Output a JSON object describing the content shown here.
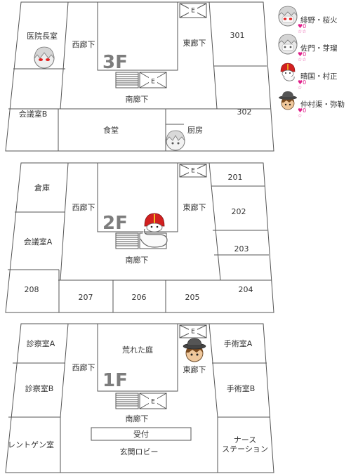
{
  "floors": [
    {
      "label": "3F",
      "rooms": {
        "r1": "医院長室",
        "r2": "会議室B",
        "r3": "西廊下",
        "r4": "東廊下",
        "r5": "301",
        "r6": "302",
        "r7": "南廊下",
        "r8": "食堂",
        "r9": "厨房",
        "elevator": "E",
        "elevator2": "E"
      }
    },
    {
      "label": "2F",
      "rooms": {
        "r1": "倉庫",
        "r2": "会議室A",
        "r3": "西廊下",
        "r4": "東廊下",
        "r5": "201",
        "r6": "202",
        "r7": "203",
        "r8": "南廊下",
        "r9": "208",
        "r10": "207",
        "r11": "206",
        "r12": "205",
        "r13": "204",
        "elevator": "E"
      }
    },
    {
      "label": "1F",
      "rooms": {
        "r1": "診察室A",
        "r2": "診察室B",
        "r3": "西廊下",
        "r4": "荒れた庭",
        "r5": "東廊下",
        "r6": "手術室A",
        "r7": "手術室B",
        "r8": "南廊下",
        "r9": "受付",
        "r10": "レントゲン室",
        "r11": "玄関ロビー",
        "r12": "ナース",
        "r13": "ステーション",
        "elevator": "E",
        "elevator2": "E"
      }
    }
  ],
  "players": [
    {
      "name": "緋野・桜火",
      "hp": "♥0",
      "stars": "☆☆",
      "icon": "red-eyed-white-hair-avatar-icon"
    },
    {
      "name": "佐門・芽瑠",
      "hp": "♥0",
      "stars": "☆☆",
      "icon": "white-hair-avatar-icon"
    },
    {
      "name": "晴国・村正",
      "hp": "♥0",
      "stars": "☆",
      "icon": "snake-helmet-avatar-icon"
    },
    {
      "name": "仲村渠・弥勒",
      "hp": "♥0",
      "stars": "☆",
      "icon": "hat-brown-hair-avatar-icon"
    }
  ],
  "colors": {
    "wall": "#555555",
    "floor_label": "#7d7d7d",
    "heart": "#e0208a"
  }
}
